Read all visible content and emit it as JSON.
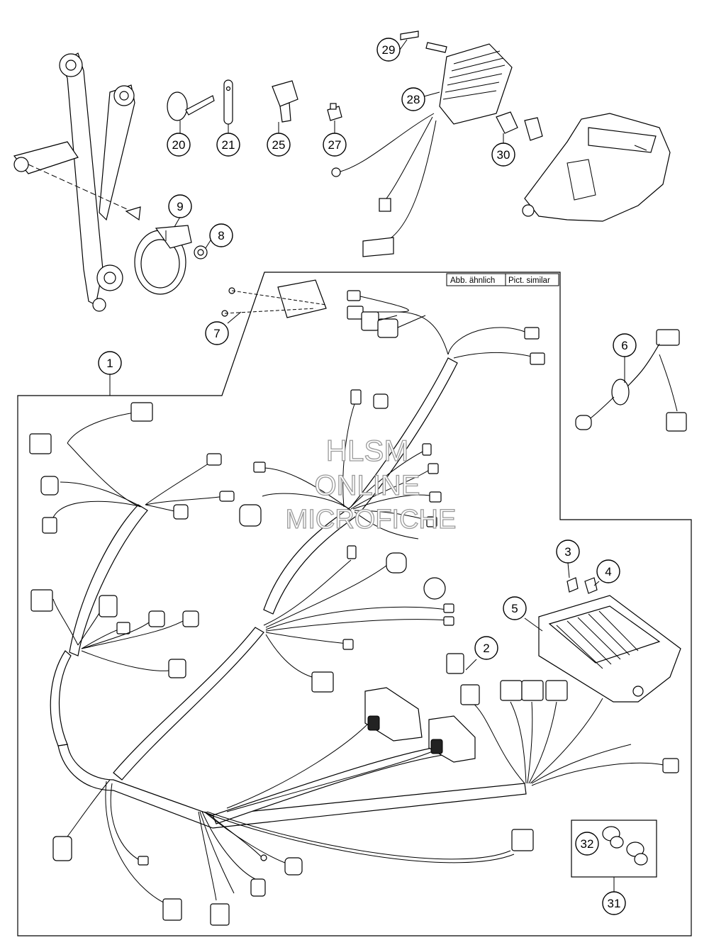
{
  "note": {
    "left": "Abb. ähnlich",
    "right": "Pict. similar"
  },
  "watermark": {
    "line1": "HLSM",
    "line2": "ONLINE",
    "line3": "MICROFICHE"
  },
  "callouts": [
    {
      "key": "1",
      "label": "1"
    },
    {
      "key": "2",
      "label": "2"
    },
    {
      "key": "3",
      "label": "3"
    },
    {
      "key": "4",
      "label": "4"
    },
    {
      "key": "5",
      "label": "5"
    },
    {
      "key": "6",
      "label": "6"
    },
    {
      "key": "7",
      "label": "7"
    },
    {
      "key": "8",
      "label": "8"
    },
    {
      "key": "9",
      "label": "9"
    },
    {
      "key": "20",
      "label": "20"
    },
    {
      "key": "21",
      "label": "21"
    },
    {
      "key": "25",
      "label": "25"
    },
    {
      "key": "27",
      "label": "27"
    },
    {
      "key": "28",
      "label": "28"
    },
    {
      "key": "29",
      "label": "29"
    },
    {
      "key": "30",
      "label": "30"
    },
    {
      "key": "31",
      "label": "31"
    },
    {
      "key": "32",
      "label": "32"
    }
  ]
}
